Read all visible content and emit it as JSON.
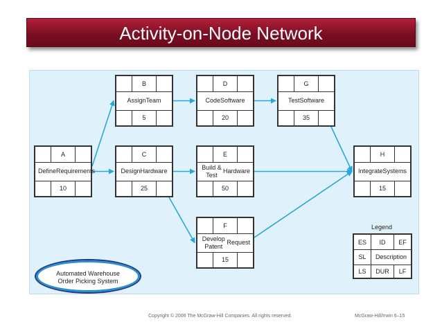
{
  "title": "Activity-on-Node Network",
  "nodes": {
    "A": {
      "id": "A",
      "line1": "Define",
      "line2": "Requirements",
      "dur": "10"
    },
    "B": {
      "id": "B",
      "line1": "Assign",
      "line2": "Team",
      "dur": "5"
    },
    "C": {
      "id": "C",
      "line1": "Design",
      "line2": "Hardware",
      "dur": "25"
    },
    "D": {
      "id": "D",
      "line1": "Code",
      "line2": "Software",
      "dur": "20"
    },
    "E": {
      "id": "E",
      "line1": "Build & Test",
      "line2": "Hardware",
      "dur": "50"
    },
    "F": {
      "id": "F",
      "line1": "Develop Patent",
      "line2": "Request",
      "dur": "15"
    },
    "G": {
      "id": "G",
      "line1": "Test",
      "line2": "Software",
      "dur": "35"
    },
    "H": {
      "id": "H",
      "line1": "Integrate",
      "line2": "Systems",
      "dur": "15"
    }
  },
  "edges": [
    [
      "A",
      "B"
    ],
    [
      "A",
      "C"
    ],
    [
      "B",
      "D"
    ],
    [
      "C",
      "E"
    ],
    [
      "C",
      "F"
    ],
    [
      "D",
      "G"
    ],
    [
      "G",
      "H"
    ],
    [
      "E",
      "H"
    ],
    [
      "F",
      "H"
    ]
  ],
  "legend": {
    "title": "Legend",
    "es": "ES",
    "id": "ID",
    "ef": "EF",
    "sl": "SL",
    "description": "Description",
    "ls": "LS",
    "dur": "DUR",
    "lf": "LF"
  },
  "callout": {
    "line1": "Automated Warehouse",
    "line2": "Order Picking System"
  },
  "footer": {
    "copyright": "Copyright © 2006 The McGraw-Hill Companies. All rights reserved.",
    "publisher": "McGraw-Hill/Irwin  6–15"
  },
  "colors": {
    "title_bar": "#8b1328",
    "panel": "#dff2fb",
    "arrow": "#2aa7d9",
    "callout_ring": "#2e8fc8"
  }
}
